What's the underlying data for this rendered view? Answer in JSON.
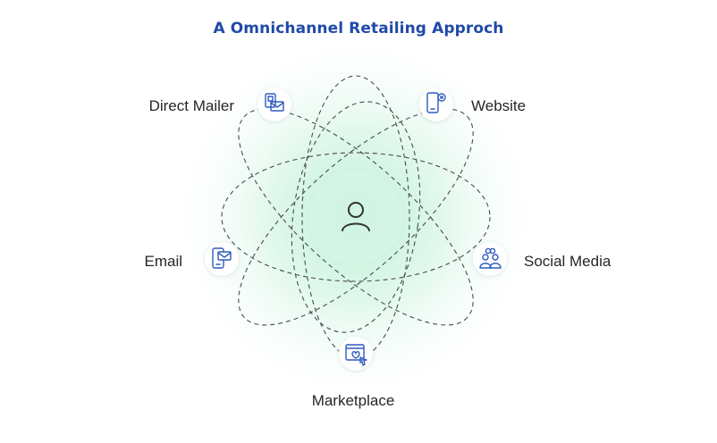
{
  "title": "A Omnichannel Retailing Approch",
  "center": {
    "icon": "user-icon"
  },
  "channels": [
    {
      "label": "Direct Mailer",
      "icon": "direct-mailer-icon"
    },
    {
      "label": "Website",
      "icon": "website-icon"
    },
    {
      "label": "Email",
      "icon": "email-icon"
    },
    {
      "label": "Social Media",
      "icon": "social-media-icon"
    },
    {
      "label": "Marketplace",
      "icon": "marketplace-icon"
    }
  ],
  "colors": {
    "title": "#1f4aa8",
    "icon": "#2d5bbf",
    "glow": "#7ee0b0",
    "orbit": "#4a4a4a"
  }
}
